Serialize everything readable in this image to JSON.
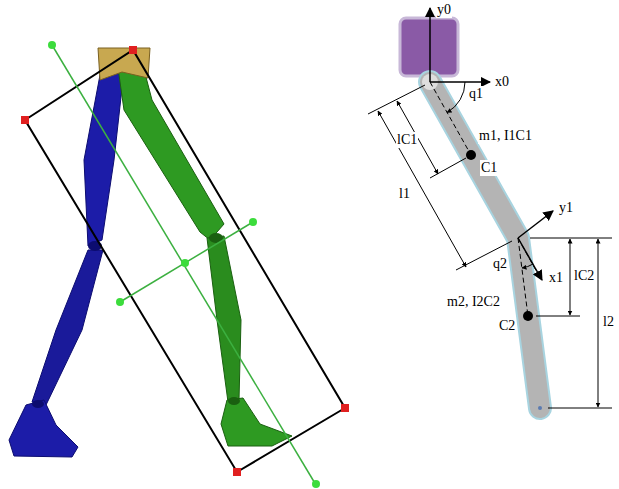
{
  "diagram": {
    "labels": [
      "y0",
      "x0",
      "q1",
      "lC1",
      "m1, I1C1",
      "C1",
      "l1",
      "y1",
      "x1",
      "q2",
      "lC2",
      "m2, I2C2",
      "C2",
      "l2"
    ]
  }
}
